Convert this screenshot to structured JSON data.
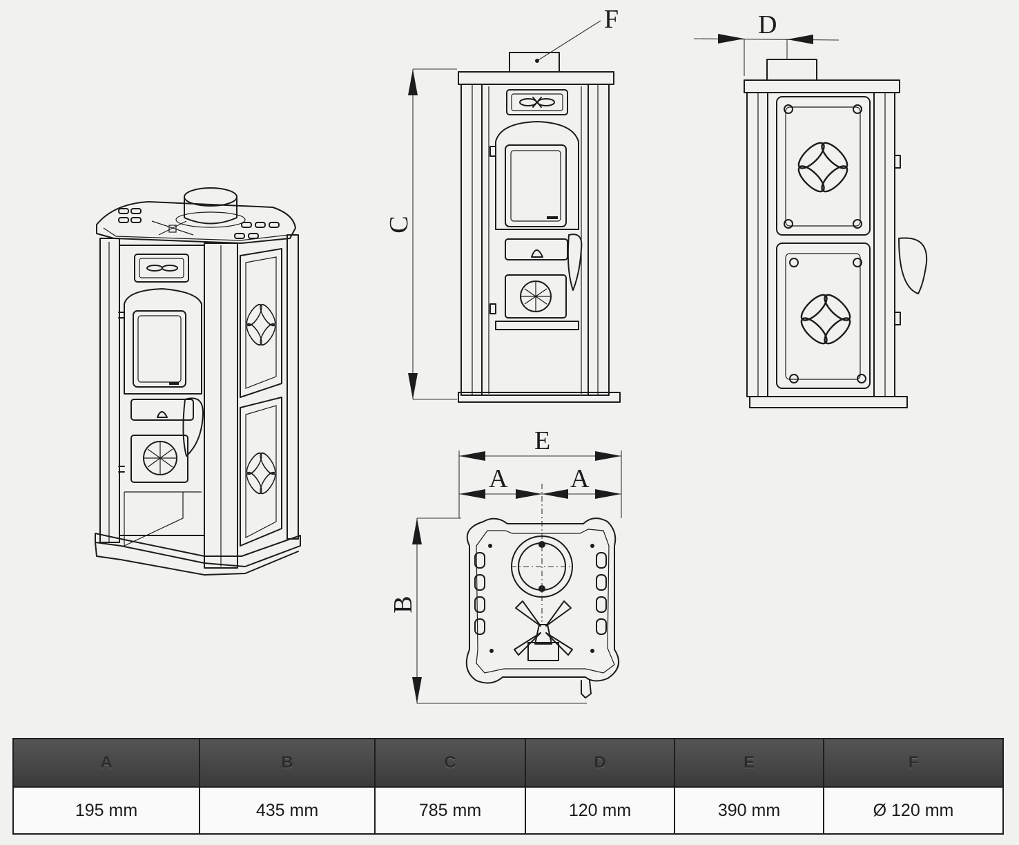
{
  "labels": {
    "a": "A",
    "b": "B",
    "c": "C",
    "d": "D",
    "e": "E",
    "f": "F"
  },
  "table": {
    "headers": [
      "A",
      "B",
      "C",
      "D",
      "E",
      "F"
    ],
    "values": [
      "195 mm",
      "435 mm",
      "785 mm",
      "120 mm",
      "390 mm",
      "Ø 120 mm"
    ]
  },
  "colors": {
    "line": "#1c1c1c",
    "paper": "#f1f1ef",
    "header": "#444444"
  }
}
